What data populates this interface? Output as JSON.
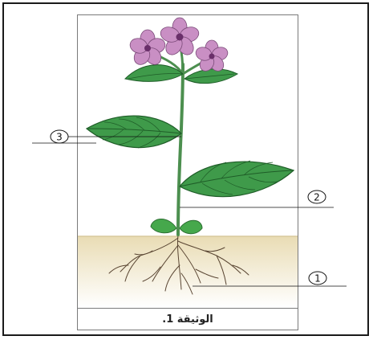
{
  "figure": {
    "caption": "الوثيقة 1.",
    "callouts": [
      {
        "id": "1",
        "label": "1",
        "part": "roots"
      },
      {
        "id": "2",
        "label": "2",
        "part": "stem"
      },
      {
        "id": "3",
        "label": "3",
        "part": "leaf"
      }
    ],
    "colors": {
      "leaf": "#3f9a4a",
      "leaf_vein": "#1f5d28",
      "stem": "#4c8f4f",
      "petal": "#c98fc4",
      "petal_center": "#6a2f6a",
      "soil": "#f1e8cf",
      "root": "#5a4633"
    }
  }
}
